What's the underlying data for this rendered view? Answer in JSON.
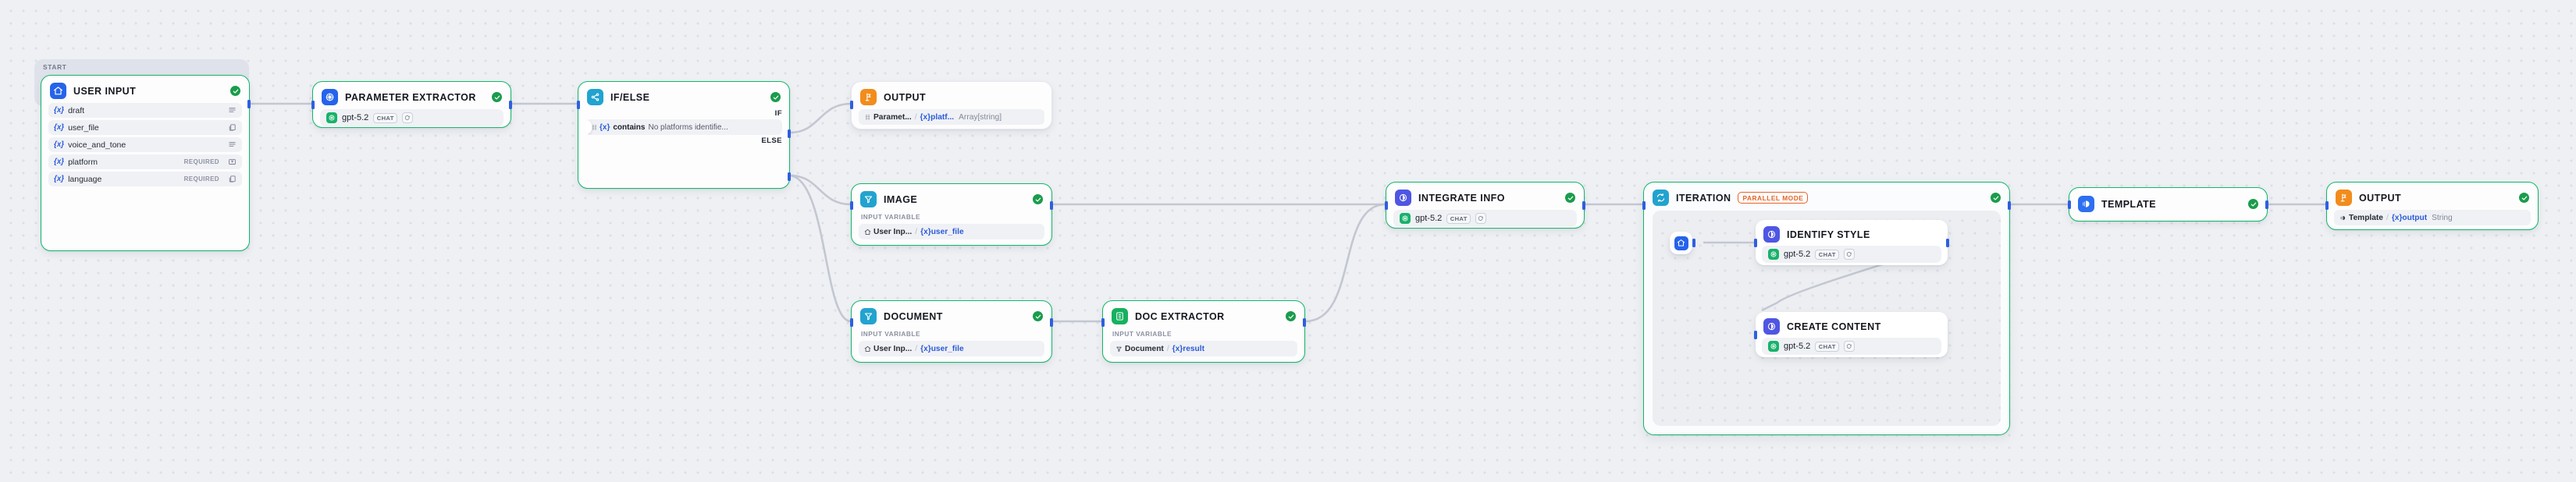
{
  "canvas": {
    "background_color": "#eef0f4",
    "grid": "dot",
    "accent_success": "#12b76a",
    "accent_warning": "#e8642a",
    "accent_variable": "#2a5bd7"
  },
  "start_group": {
    "label": "START"
  },
  "nodes": {
    "user_input": {
      "title": "USER INPUT",
      "icon": "home-icon",
      "status": "success",
      "variables": [
        {
          "name": "draft",
          "prefix": "{x}",
          "required": "",
          "type_icon": "paragraph-icon"
        },
        {
          "name": "user_file",
          "prefix": "{x}",
          "required": "",
          "type_icon": "file-icon"
        },
        {
          "name": "voice_and_tone",
          "prefix": "{x}",
          "required": "",
          "type_icon": "paragraph-icon"
        },
        {
          "name": "platform",
          "prefix": "{x}",
          "required": "REQUIRED",
          "type_icon": "textbox-icon"
        },
        {
          "name": "language",
          "prefix": "{x}",
          "required": "REQUIRED",
          "type_icon": "file-icon"
        }
      ]
    },
    "parameter_extractor": {
      "title": "PARAMETER EXTRACTOR",
      "icon": "grid-dots-icon",
      "status": "success",
      "model": {
        "name": "gpt-5.2",
        "badge": "CHAT",
        "provider_icon": "openai-icon",
        "action_icon": "sparkle-image-icon"
      }
    },
    "if_else": {
      "title": "IF/ELSE",
      "icon": "branch-icon",
      "status": "success",
      "branch_if_label": "IF",
      "branch_else_label": "ELSE",
      "condition": {
        "variable": "{x}",
        "operator": "contains",
        "value": "No platforms identifie..."
      }
    },
    "output_top": {
      "title": "OUTPUT",
      "icon": "output-flag-icon",
      "status": "none",
      "reference": {
        "source": "Paramet...",
        "variable": "{x}platf...",
        "type": "Array[string]"
      }
    },
    "image": {
      "title": "IMAGE",
      "icon": "filter-icon",
      "status": "success",
      "section_label": "INPUT VARIABLE",
      "reference": {
        "source": "User Inp...",
        "variable": "{x}user_file",
        "type": ""
      }
    },
    "document": {
      "title": "DOCUMENT",
      "icon": "filter-icon",
      "status": "success",
      "section_label": "INPUT VARIABLE",
      "reference": {
        "source": "User Inp...",
        "variable": "{x}user_file",
        "type": ""
      }
    },
    "doc_extractor": {
      "title": "DOC EXTRACTOR",
      "icon": "doc-extract-icon",
      "status": "success",
      "section_label": "INPUT VARIABLE",
      "reference": {
        "source": "Document",
        "variable": "{x}result",
        "type": ""
      }
    },
    "integrate_info": {
      "title": "INTEGRATE INFO",
      "icon": "llm-circle-icon",
      "status": "success",
      "model": {
        "name": "gpt-5.2",
        "badge": "CHAT",
        "provider_icon": "openai-icon",
        "action_icon": "sparkle-image-icon"
      }
    },
    "iteration": {
      "title": "ITERATION",
      "icon": "loop-icon",
      "badge": "PARALLEL MODE",
      "status": "success",
      "children": {
        "start": {
          "icon": "home-icon"
        },
        "identify_style": {
          "title": "IDENTIFY STYLE",
          "icon": "llm-circle-icon",
          "model": {
            "name": "gpt-5.2",
            "badge": "CHAT",
            "provider_icon": "openai-icon",
            "action_icon": "sparkle-image-icon"
          }
        },
        "create_content": {
          "title": "CREATE CONTENT",
          "icon": "llm-circle-icon",
          "model": {
            "name": "gpt-5.2",
            "badge": "CHAT",
            "provider_icon": "openai-icon",
            "action_icon": "sparkle-image-icon"
          }
        }
      }
    },
    "template": {
      "title": "TEMPLATE",
      "icon": "template-icon",
      "status": "success"
    },
    "output_end": {
      "title": "OUTPUT",
      "icon": "output-flag-icon",
      "status": "success",
      "reference": {
        "source": "Template",
        "variable": "{x}output",
        "type": "String"
      }
    }
  }
}
